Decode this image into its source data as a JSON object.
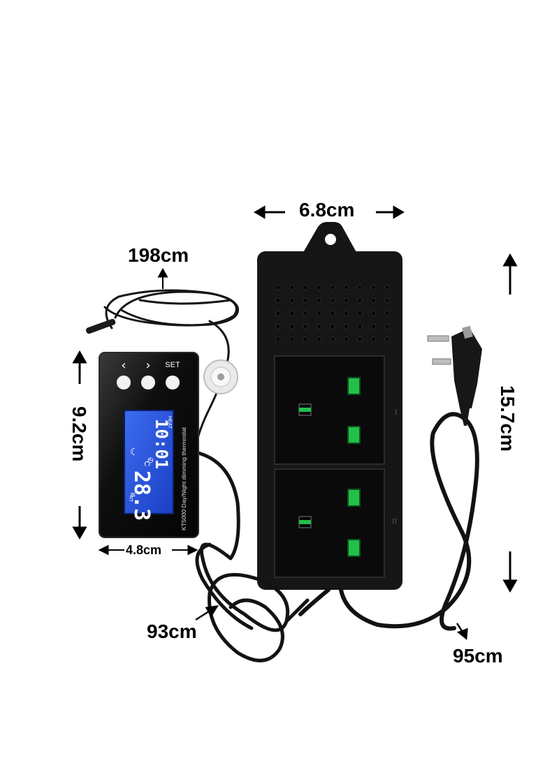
{
  "dimensions": {
    "width_label": "6.8cm",
    "height_label": "15.7cm",
    "probe_cable_label": "198cm",
    "controller_height_label": "9.2cm",
    "controller_width_label": "4.8cm",
    "controller_cable_label": "93cm",
    "power_cable_label": "95cm"
  },
  "controller": {
    "btn_left_glyph": "‹",
    "btn_right_glyph": "›",
    "set_label": "SET",
    "model_text": "KT5000 Day/Night dimming thermostat",
    "lcd_time": "10:01",
    "lcd_temp": "28.3",
    "lcd_unit": "°C",
    "lcd_heat": "HEAT",
    "lcd_rt": "RT"
  },
  "socket": {
    "label_1": "I",
    "label_2": "II"
  },
  "colors": {
    "device_body": "#141414",
    "lcd_blue": "#1f4fd6",
    "socket_green": "#22c04a",
    "button_white": "#f2f2f2"
  }
}
